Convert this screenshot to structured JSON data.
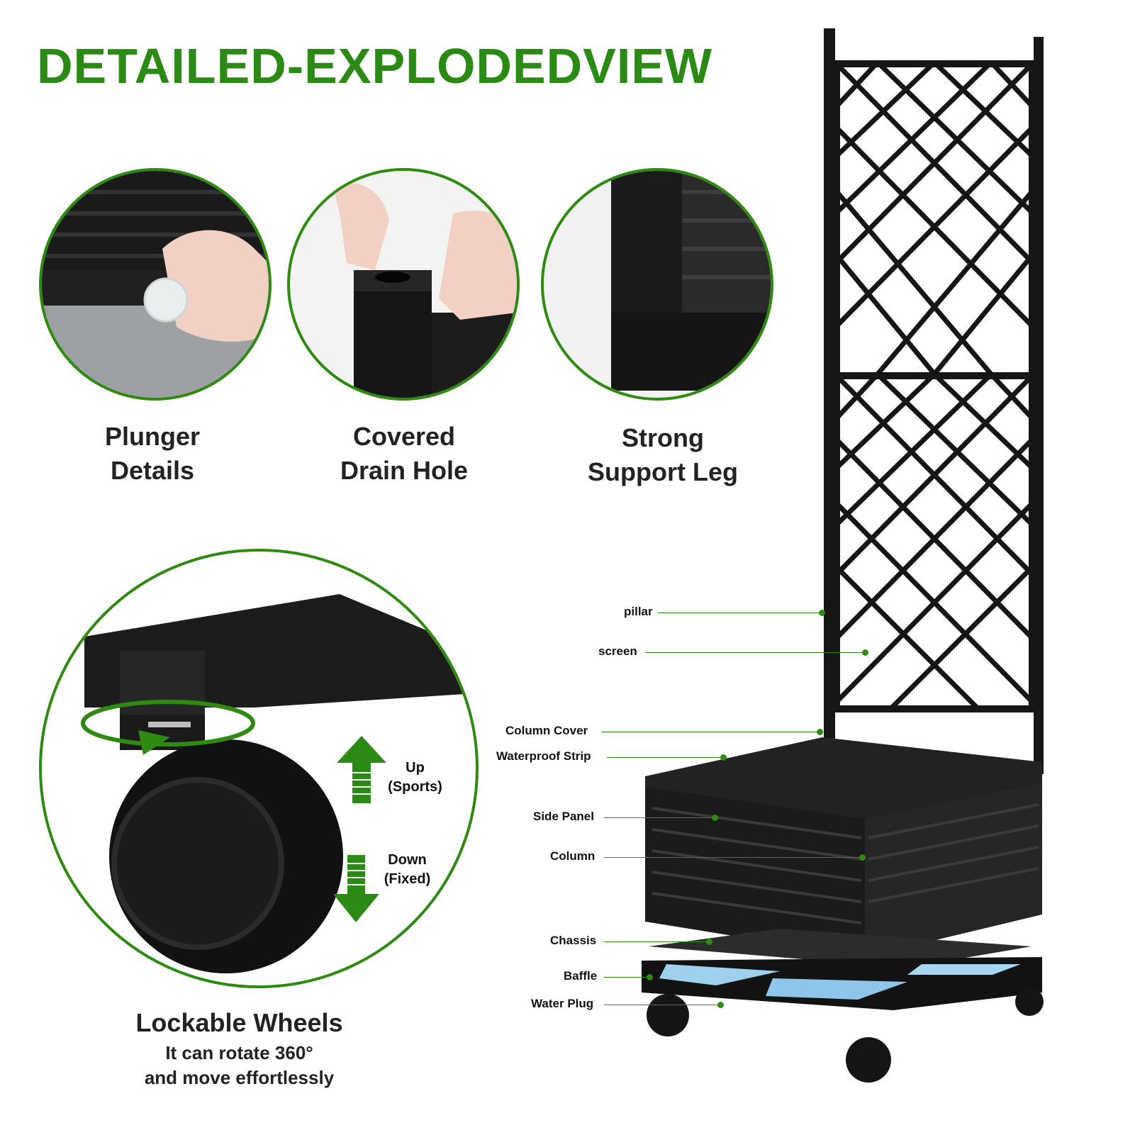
{
  "headline": "DETAILED-EXPLODEDVIEW",
  "colors": {
    "brand_green": "#2a8a14",
    "ring_green": "#2f8a12",
    "product_black": "#141414"
  },
  "details": [
    {
      "line1": "Plunger",
      "line2": "Details",
      "icon": "plunger-photo"
    },
    {
      "line1": "Covered",
      "line2": "Drain Hole",
      "icon": "drain-hole-photo"
    },
    {
      "line1": "Strong",
      "line2": "Support Leg",
      "icon": "support-leg-photo"
    }
  ],
  "wheels": {
    "title": "Lockable Wheels",
    "line1": "It can rotate 360°",
    "line2": "and move effortlessly",
    "up_label": "Up",
    "up_sub": "(Sports)",
    "down_label": "Down",
    "down_sub": "(Fixed)"
  },
  "parts": [
    "pillar",
    "screen",
    "Column Cover",
    "Waterproof Strip",
    "Side Panel",
    "Column",
    "Chassis",
    "Baffle",
    "Water Plug"
  ]
}
